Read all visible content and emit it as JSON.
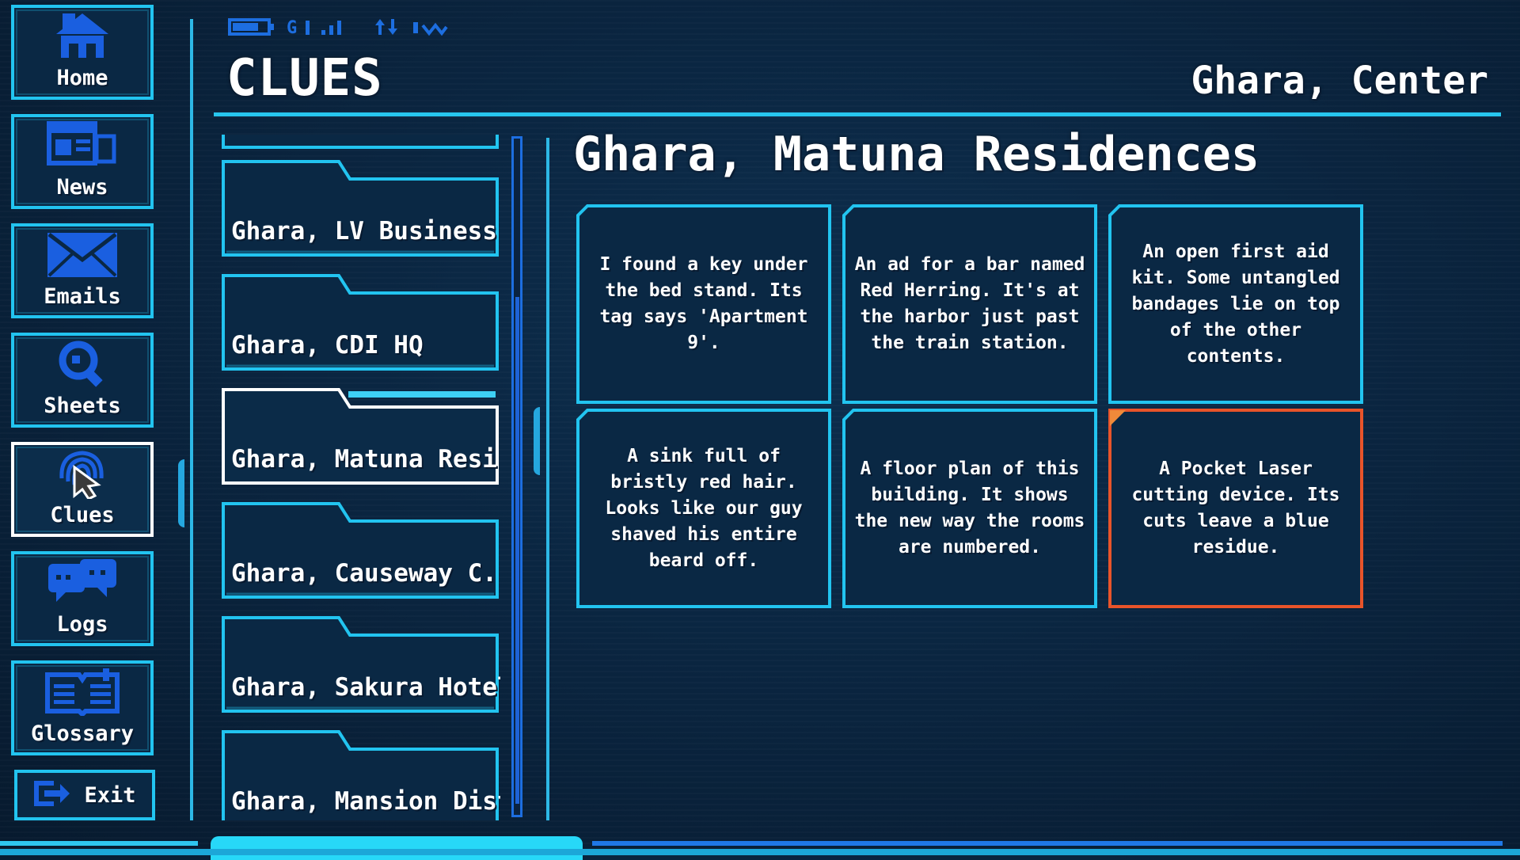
{
  "sidebar": {
    "items": [
      {
        "label": "Home",
        "icon": "home-icon"
      },
      {
        "label": "News",
        "icon": "newspaper-icon"
      },
      {
        "label": "Emails",
        "icon": "envelope-icon"
      },
      {
        "label": "Sheets",
        "icon": "magnifier-icon"
      },
      {
        "label": "Clues",
        "icon": "fingerprint-icon",
        "active": true
      },
      {
        "label": "Logs",
        "icon": "chat-bubbles-icon"
      },
      {
        "label": "Glossary",
        "icon": "book-icon"
      }
    ],
    "exit_label": "Exit"
  },
  "header": {
    "title": "CLUES",
    "location": "Ghara, Center"
  },
  "locations": [
    {
      "label": "Ghara, LV Business ..."
    },
    {
      "label": "Ghara, CDI HQ"
    },
    {
      "label": "Ghara, Matuna Resi...",
      "selected": true
    },
    {
      "label": "Ghara, Causeway C..."
    },
    {
      "label": "Ghara, Sakura Hotel"
    },
    {
      "label": "Ghara, Mansion Dist..."
    }
  ],
  "detail": {
    "title": "Ghara, Matuna Residences",
    "clues": [
      {
        "text": "I found a key under the bed stand. Its tag says 'Apartment 9'."
      },
      {
        "text": "An ad for a bar named Red Herring. It's at the harbor just past the train station."
      },
      {
        "text": "An open first aid kit. Some untangled bandages lie on top of the other contents."
      },
      {
        "text": "A sink full of bristly red hair. Looks like our guy shaved his entire beard off."
      },
      {
        "text": "A floor plan of this building. It shows the new way the rooms are numbered."
      },
      {
        "text": "A Pocket Laser cutting device. Its cuts leave a blue residue.",
        "highlighted": true
      }
    ]
  },
  "colors": {
    "accent": "#22c4f0",
    "highlight": "#e8542a",
    "selected": "#ffffff",
    "background": "#0a2540"
  }
}
